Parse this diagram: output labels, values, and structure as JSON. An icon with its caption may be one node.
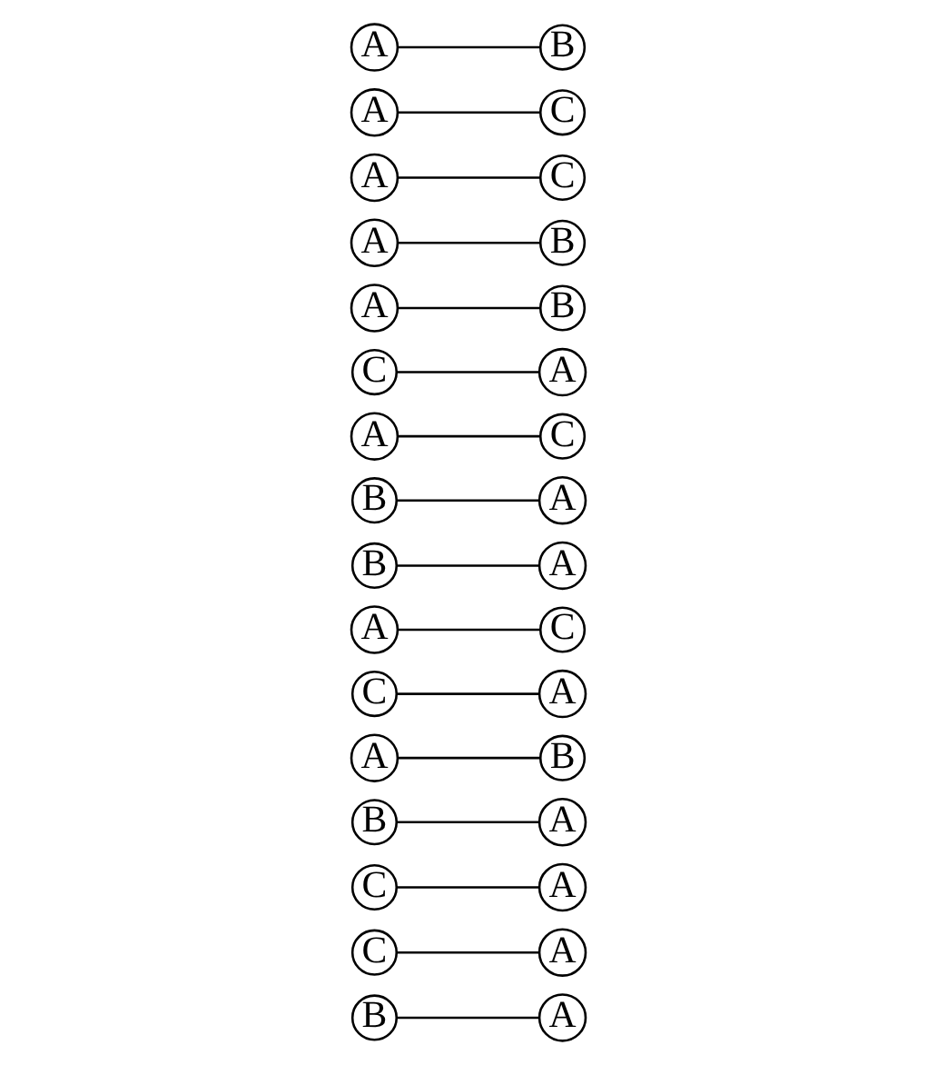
{
  "diagram": {
    "nodes": [
      {
        "text": [
          "A"
        ]
      },
      {
        "text": [
          "B"
        ]
      },
      {
        "text": [
          "A"
        ]
      },
      {
        "text": [
          "C"
        ]
      },
      {
        "text": [
          "A"
        ]
      },
      {
        "text": [
          "C"
        ]
      },
      {
        "text": [
          "A"
        ]
      },
      {
        "text": [
          "B"
        ]
      },
      {
        "text": [
          "A"
        ]
      },
      {
        "text": [
          "B"
        ]
      },
      {
        "text": [
          "C"
        ]
      },
      {
        "text": [
          "A"
        ]
      },
      {
        "text": [
          "A"
        ]
      },
      {
        "text": [
          "C"
        ]
      },
      {
        "text": [
          "B"
        ]
      },
      {
        "text": [
          "A"
        ]
      },
      {
        "text": [
          "B"
        ]
      },
      {
        "text": [
          "A"
        ]
      },
      {
        "text": [
          "A"
        ]
      },
      {
        "text": [
          "C"
        ]
      },
      {
        "text": [
          "C"
        ]
      },
      {
        "text": [
          "A"
        ]
      },
      {
        "text": [
          "A"
        ]
      },
      {
        "text": [
          "B"
        ]
      },
      {
        "text": [
          "B"
        ]
      },
      {
        "text": [
          "A"
        ]
      },
      {
        "text": [
          "C"
        ]
      },
      {
        "text": [
          "A"
        ]
      },
      {
        "text": [
          "C"
        ]
      },
      {
        "text": [
          "A"
        ]
      },
      {
        "text": [
          "B"
        ]
      },
      {
        "text": [
          "A"
        ]
      }
    ],
    "edges": [
      {
        "from": 0,
        "to": 1,
        "arrow": "none"
      },
      {
        "from": 2,
        "to": 3,
        "arrow": "none"
      },
      {
        "from": 4,
        "to": 5,
        "arrow": "none"
      },
      {
        "from": 6,
        "to": 7,
        "arrow": "none"
      },
      {
        "from": 8,
        "to": 9,
        "arrow": "none"
      },
      {
        "from": 10,
        "to": 11,
        "arrow": "none"
      },
      {
        "from": 12,
        "to": 13,
        "arrow": "none"
      },
      {
        "from": 14,
        "to": 15,
        "arrow": "none"
      },
      {
        "from": 16,
        "to": 17,
        "arrow": "none"
      },
      {
        "from": 18,
        "to": 19,
        "arrow": "none"
      },
      {
        "from": 20,
        "to": 21,
        "arrow": "none"
      },
      {
        "from": 22,
        "to": 23,
        "arrow": "none"
      },
      {
        "from": 24,
        "to": 25,
        "arrow": "none"
      },
      {
        "from": 26,
        "to": 27,
        "arrow": "none"
      },
      {
        "from": 28,
        "to": 29,
        "arrow": "none"
      },
      {
        "from": 30,
        "to": 31,
        "arrow": "none"
      }
    ]
  }
}
